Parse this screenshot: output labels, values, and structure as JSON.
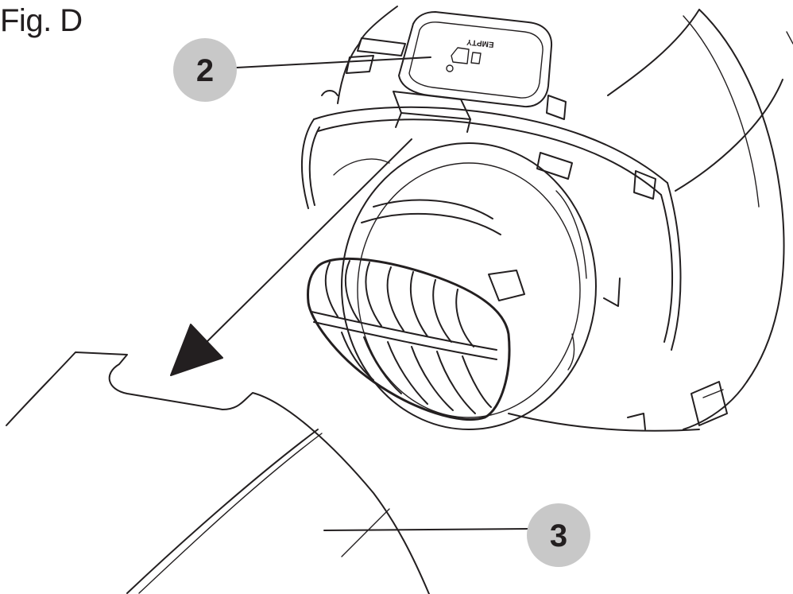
{
  "figure": {
    "label": "Fig. D"
  },
  "callouts": [
    {
      "number": "2",
      "part": "release-button"
    },
    {
      "number": "3",
      "part": "dust-bin-body"
    }
  ],
  "embossed_label": "EMPTY",
  "colors": {
    "line": "#231f20",
    "callout_fill": "#c8c8c8",
    "background": "#ffffff"
  },
  "icons": [
    "release-button-icon",
    "direction-arrow-icon",
    "filter-grille-icon"
  ]
}
